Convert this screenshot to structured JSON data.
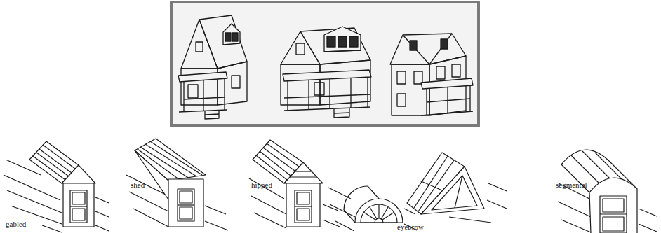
{
  "diagram": {
    "labels": [
      "gabled",
      "shed",
      "hipped",
      "eyebrow",
      "segmental"
    ]
  }
}
